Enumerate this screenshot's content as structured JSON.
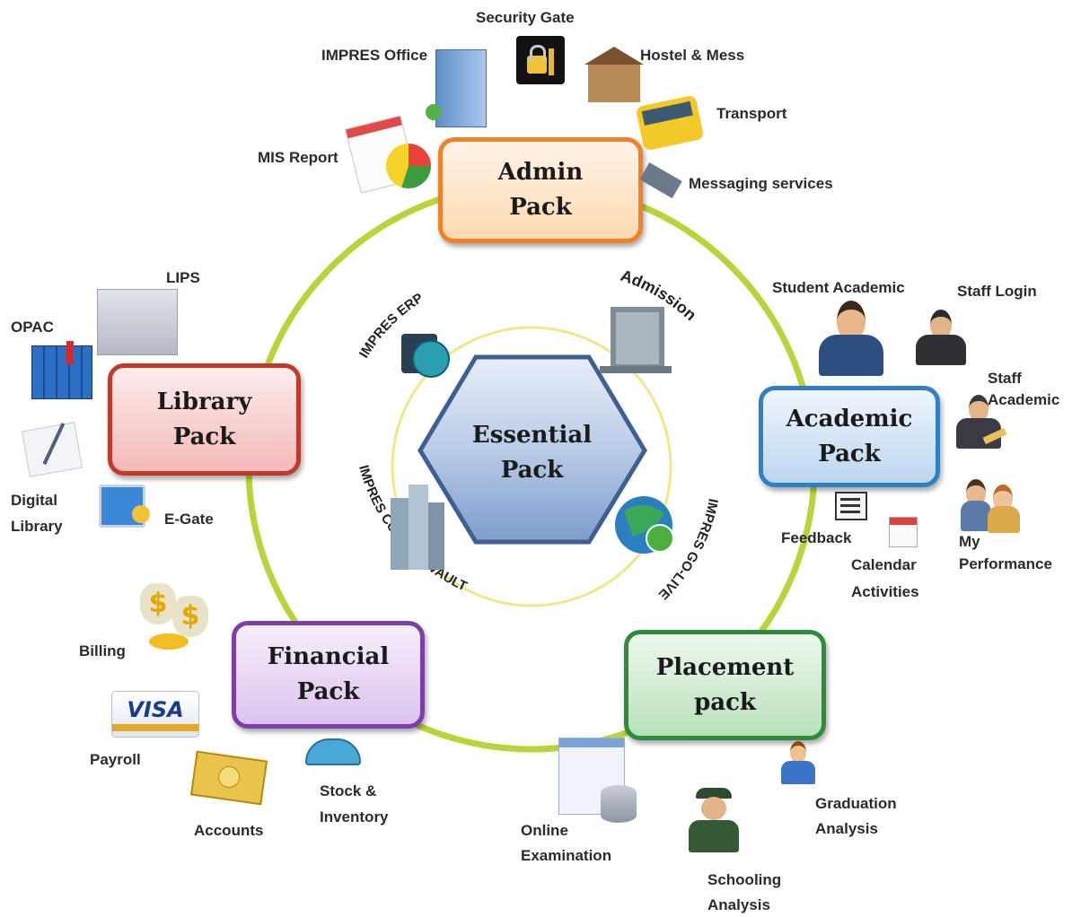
{
  "packs": {
    "admin": {
      "line1": "Admin",
      "line2": "Pack"
    },
    "library": {
      "line1": "Library",
      "line2": "Pack"
    },
    "academic": {
      "line1": "Academic",
      "line2": "Pack"
    },
    "financial": {
      "line1": "Financial",
      "line2": "Pack"
    },
    "placement": {
      "line1": "Placement",
      "line2": "pack"
    },
    "essential": {
      "line1": "Essential",
      "line2": "Pack"
    }
  },
  "essential_ring": {
    "erp": "IMPRES ERP",
    "admission": "Admission",
    "control_vault": "IMPRES CONTROL VAULT",
    "go_live": "IMPRES GO-LIVE"
  },
  "admin_items": {
    "security_gate": "Security Gate",
    "impres_office": "IMPRES Office",
    "hostel_mess": "Hostel & Mess",
    "transport": "Transport",
    "mis_report": "MIS Report",
    "messaging": "Messaging  services"
  },
  "library_items": {
    "lips": "LIPS",
    "opac": "OPAC",
    "digital_1": "Digital",
    "digital_2": "Library",
    "egate": "E-Gate"
  },
  "academic_items": {
    "student_academic": "Student Academic",
    "staff_login": "Staff Login",
    "staff_academic_1": "Staff",
    "staff_academic_2": "Academic",
    "feedback": "Feedback",
    "calendar_1": "Calendar",
    "calendar_2": "Activities",
    "performance_1": "My",
    "performance_2": "Performance"
  },
  "financial_items": {
    "billing": "Billing",
    "payroll": "Payroll",
    "visa": "VISA",
    "accounts": "Accounts",
    "stock_1": "Stock &",
    "stock_2": "Inventory"
  },
  "placement_items": {
    "online_1": "Online",
    "online_2": "Examination",
    "schooling_1": "Schooling",
    "schooling_2": "Analysis",
    "graduation_1": "Graduation",
    "graduation_2": "Analysis"
  },
  "colors": {
    "ring": "#b8d43a",
    "inner_ring": "#f2e68a",
    "admin": "#f0802a",
    "library": "#c0392b",
    "academic": "#2f7fc4",
    "financial": "#7b3fa8",
    "placement": "#2e8b3a",
    "essential": "#5b86c2"
  }
}
